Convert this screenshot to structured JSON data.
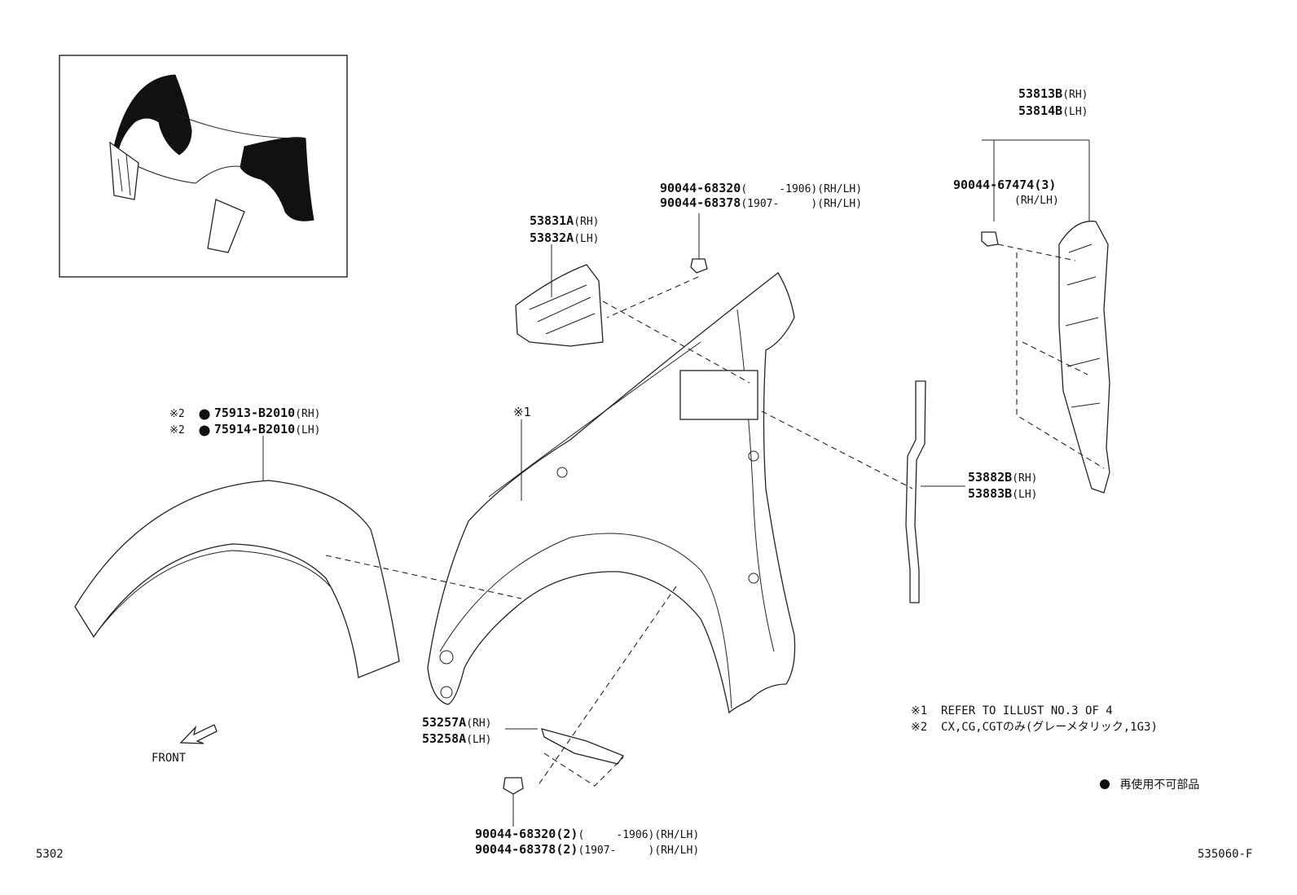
{
  "callouts": {
    "retainer_bracket": {
      "rh": "53831A",
      "rh_suffix": "(RH)",
      "lh": "53832A",
      "lh_suffix": "(LH)"
    },
    "top_clip": {
      "line1_part": "90044-68320",
      "line1_note": "(     -1906)(RH/LH)",
      "line2_part": "90044-68378",
      "line2_note": "(1907-     )(RH/LH)"
    },
    "side_bracket": {
      "rh": "53813B",
      "rh_suffix": "(RH)",
      "lh": "53814B",
      "lh_suffix": "(LH)"
    },
    "bracket_clip": {
      "part": "90044-67474",
      "qty": "(3)",
      "side": "(RH/LH)"
    },
    "fender": {
      "ref": "※1"
    },
    "arch_moulding": {
      "mark": "※2",
      "rh_part": "75913-B2010",
      "rh_suffix": "(RH)",
      "lh_part": "75914-B2010",
      "lh_suffix": "(LH)"
    },
    "seal": {
      "rh": "53882B",
      "rh_suffix": "(RH)",
      "lh": "53883B",
      "lh_suffix": "(LH)"
    },
    "lower_seal": {
      "rh": "53257A",
      "rh_suffix": "(RH)",
      "lh": "53258A",
      "lh_suffix": "(LH)"
    },
    "bottom_clip": {
      "line1_part": "90044-68320",
      "line1_qty": "(2)",
      "line1_note": "(     -1906)(RH/LH)",
      "line2_part": "90044-68378",
      "line2_qty": "(2)",
      "line2_note": "(1907-     )(RH/LH)"
    }
  },
  "front_label": "FRONT",
  "notes": {
    "note1": "※1  REFER TO ILLUST NO.3 OF 4",
    "note2": "※2  CX,CG,CGTのみ(グレーメタリック,1G3)"
  },
  "legend": {
    "non_reusable": "再使用不可部品"
  },
  "footer": {
    "left": "5302",
    "right": "535060-F"
  }
}
